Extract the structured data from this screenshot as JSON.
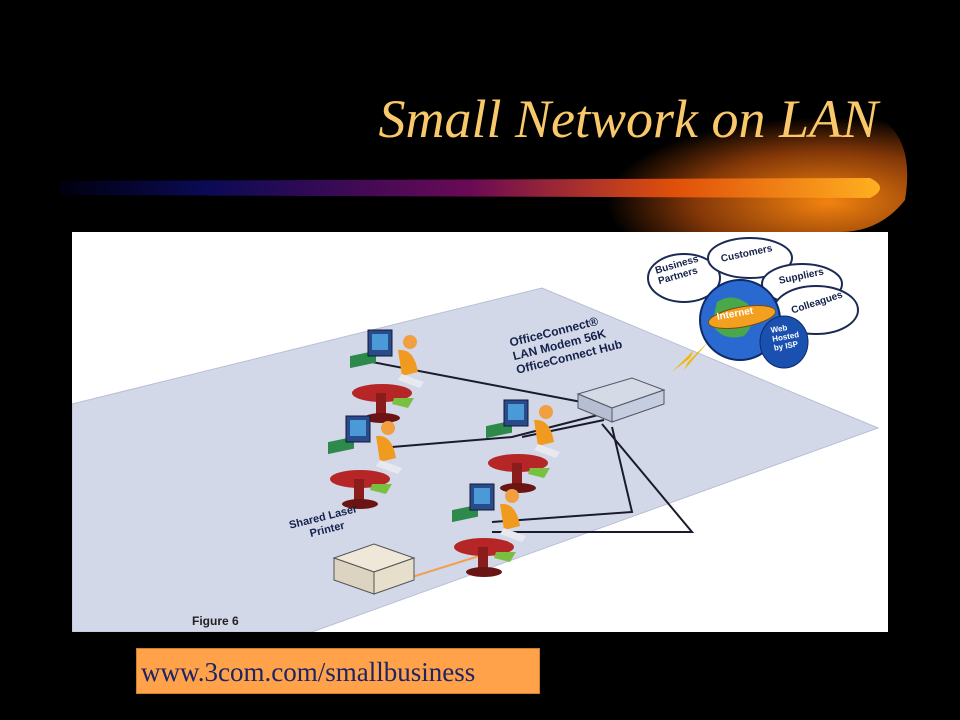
{
  "slide": {
    "title": "Small Network on LAN",
    "source_url": "www.3com.com/smallbusiness"
  },
  "diagram": {
    "hub_label": [
      "OfficeConnect®",
      "LAN Modem 56K",
      "OfficeConnect Hub"
    ],
    "printer_label": [
      "Shared Laser",
      "Printer"
    ],
    "figure_caption": "Figure 6",
    "cloud_labels": {
      "business_partners": [
        "Business",
        "Partners"
      ],
      "customers": "Customers",
      "suppliers": "Suppliers",
      "colleagues": "Colleagues"
    },
    "globe_label": "Internet",
    "web_label": [
      "Web",
      "Hosted",
      "by ISP"
    ]
  },
  "colors": {
    "background": "#000000",
    "title": "#f9c86a",
    "floor": "#d3d8e9",
    "source_box": "#ffa24a"
  }
}
